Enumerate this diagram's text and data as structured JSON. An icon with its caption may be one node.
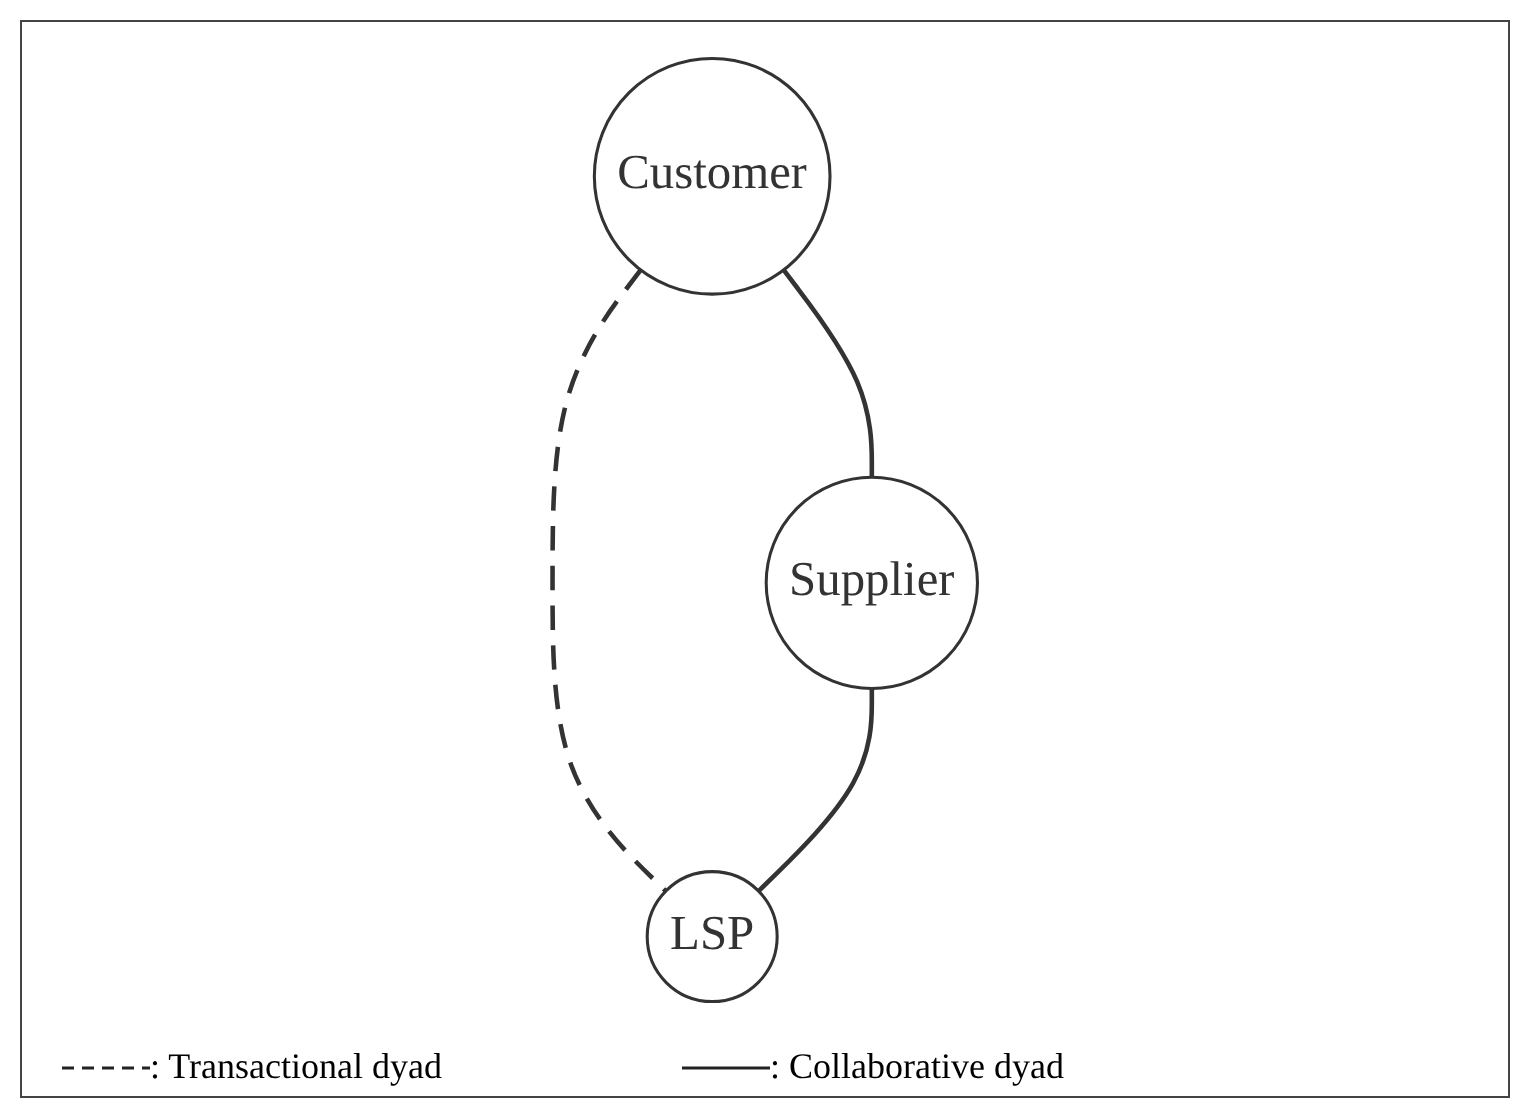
{
  "diagram": {
    "nodes": [
      {
        "text": [
          "Customer"
        ]
      },
      {
        "text": [
          "Supplier"
        ]
      },
      {
        "text": [
          "LSP"
        ]
      }
    ],
    "edges": [
      {
        "from": 0,
        "to": 1,
        "arrow": "none"
      },
      {
        "from": 0,
        "to": 2,
        "arrow": "none",
        "style": "dashed"
      },
      {
        "from": 1,
        "to": 2,
        "arrow": "none"
      }
    ],
    "legend": [
      {
        "text": ": Transactional dyad"
      },
      {
        "text": ": Collaborative dyad"
      }
    ]
  }
}
